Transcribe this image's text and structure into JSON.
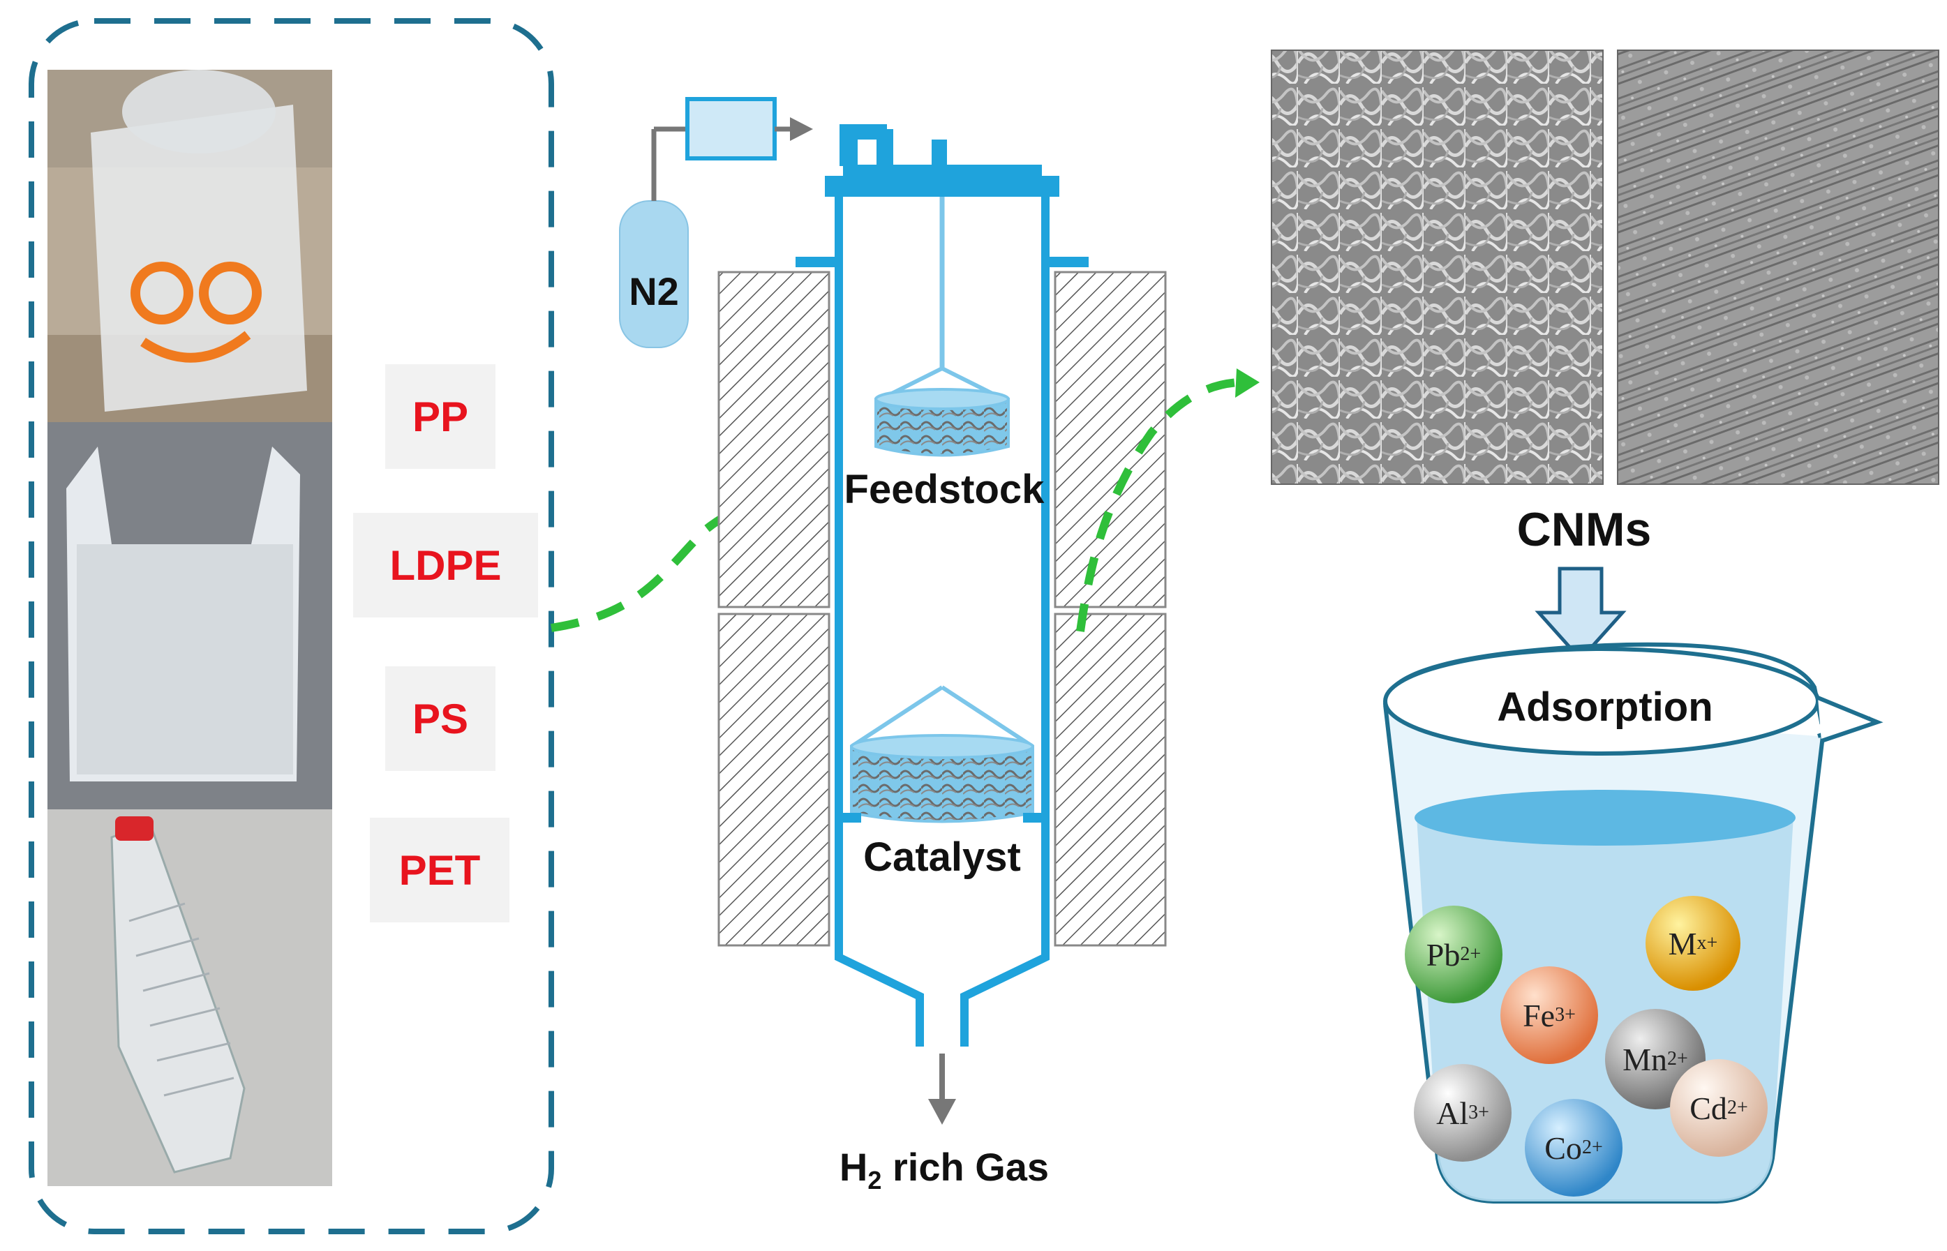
{
  "plastics": [
    "PP",
    "LDPE",
    "PS",
    "PET"
  ],
  "labels": {
    "n2": "N2",
    "feedstock": "Feedstock",
    "catalyst": "Catalyst",
    "gas_prefix": "H",
    "gas_sub": "2",
    "gas_suffix": " rich Gas",
    "cnms": "CNMs",
    "adsorption": "Adsorption"
  },
  "ions": [
    {
      "base": "Pb",
      "charge": "2+",
      "color": "#63c15a"
    },
    {
      "base": "M",
      "charge": "x+",
      "color": "#f0b400"
    },
    {
      "base": "Fe",
      "charge": "3+",
      "color": "#f08a5a"
    },
    {
      "base": "Mn",
      "charge": "2+",
      "color": "#8e8e8e"
    },
    {
      "base": "Al",
      "charge": "3+",
      "color": "#a9a9a9"
    },
    {
      "base": "Cd",
      "charge": "2+",
      "color": "#e8cbb8"
    },
    {
      "base": "Co",
      "charge": "2+",
      "color": "#4da3df"
    }
  ],
  "colors": {
    "reactor": "#1fa3dc",
    "dashed_border": "#1e6f8f",
    "arrow": "#2fbf3a",
    "plastic_text": "#e8141e",
    "water": "#5db8e3"
  }
}
